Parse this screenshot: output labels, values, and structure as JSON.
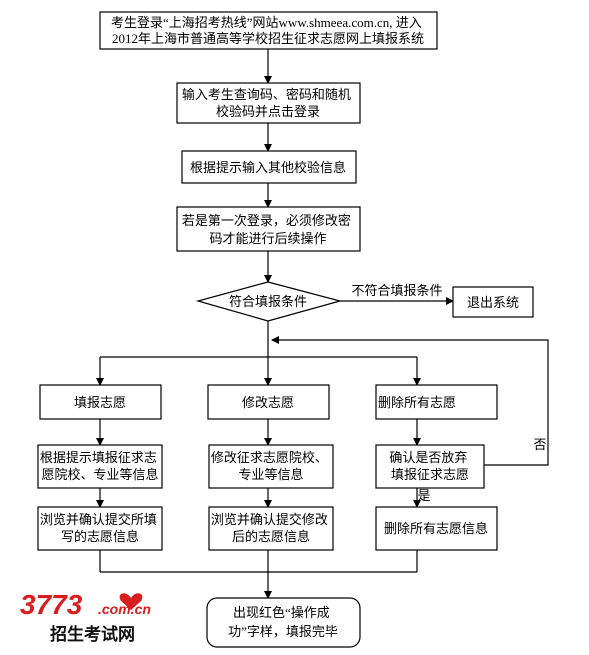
{
  "nodes": {
    "login_web": {
      "lines": [
        "考生登录“上海招考热线”网站www.shmeea.com.cn, 进入",
        "2012年上海市普通高等学校招生征求志愿网上填报系统"
      ]
    },
    "enter_code": {
      "lines": [
        "输入考生查询码、密码和随机",
        "校验码并点击登录"
      ]
    },
    "verify": {
      "lines": [
        "根据提示输入其他校验信息"
      ]
    },
    "first_login": {
      "lines": [
        "若是第一次登录，必须修改密",
        "码才能进行后续操作"
      ]
    },
    "condition": {
      "lines": [
        "符合填报条件"
      ]
    },
    "exit": {
      "lines": [
        "退出系统"
      ]
    },
    "fill": {
      "lines": [
        "填报志愿"
      ]
    },
    "modify": {
      "lines": [
        "修改志愿"
      ]
    },
    "delete": {
      "lines": [
        "删除所有志愿"
      ]
    },
    "fill_info": {
      "lines": [
        "根据提示填报征求志",
        "愿院校、专业等信息"
      ]
    },
    "modify_info": {
      "lines": [
        "修改征求志愿院校、",
        "专业等信息"
      ]
    },
    "confirm_abandon": {
      "lines": [
        "确认是否放弃",
        "填报征求志愿"
      ]
    },
    "browse_fill": {
      "lines": [
        "浏览并确认提交所填",
        "写的志愿信息"
      ]
    },
    "browse_modify": {
      "lines": [
        "浏览并确认提交修改",
        "后的志愿信息"
      ]
    },
    "delete_info": {
      "lines": [
        "删除所有志愿信息"
      ]
    },
    "success": {
      "lines": [
        "出现红色“操作成",
        "功”字样，填报完毕"
      ]
    }
  },
  "labels": {
    "not_meet": "不符合填报条件",
    "no": "否",
    "yes": "是"
  },
  "watermark": {
    "number": "3773",
    "domain": ".com.cn",
    "subtitle": "招生考试网"
  }
}
